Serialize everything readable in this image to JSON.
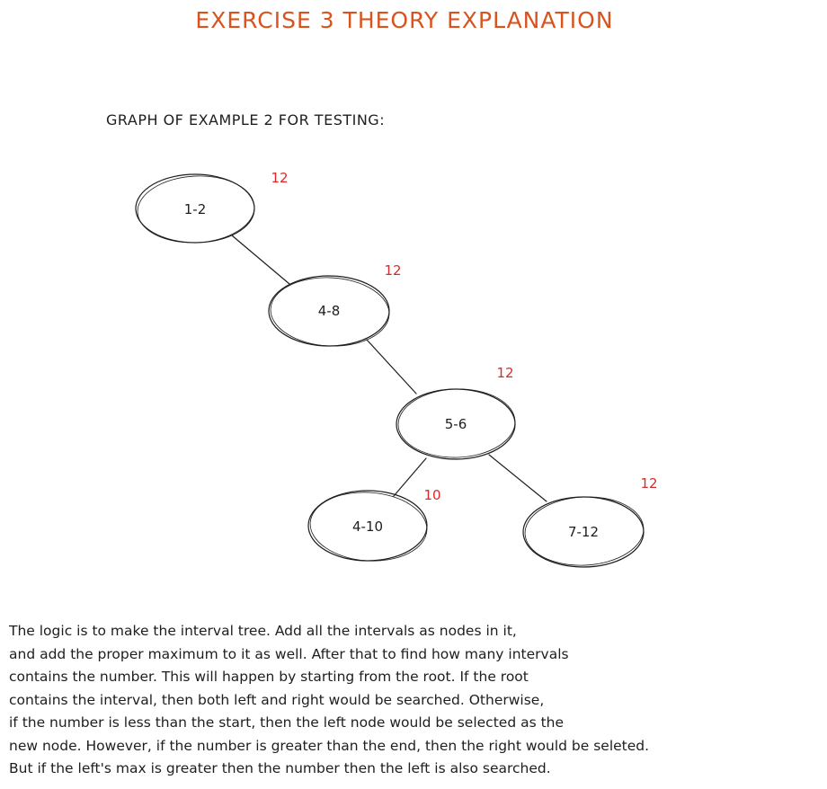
{
  "title": "EXERCISE 3 THEORY EXPLANATION",
  "subtitle": "GRAPH OF EXAMPLE 2 FOR TESTING:",
  "colors": {
    "title": "#d9531e",
    "max_label": "#d92b2b",
    "ink": "#1e1e1e"
  },
  "tree": {
    "nodes": [
      {
        "id": "n1",
        "interval": "1-2",
        "max": "12"
      },
      {
        "id": "n2",
        "interval": "4-8",
        "max": "12"
      },
      {
        "id": "n3",
        "interval": "5-6",
        "max": "12"
      },
      {
        "id": "n4",
        "interval": "4-10",
        "max": "10"
      },
      {
        "id": "n5",
        "interval": "7-12",
        "max": "12"
      }
    ],
    "edges": [
      {
        "from": "n1",
        "to": "n2"
      },
      {
        "from": "n2",
        "to": "n3"
      },
      {
        "from": "n3",
        "to": "n4"
      },
      {
        "from": "n3",
        "to": "n5"
      }
    ]
  },
  "explanation": [
    "The logic is to make the interval tree. Add all the intervals as nodes in it,",
    "and add the proper maximum to it as well. After that to find how many intervals",
    "contains the number. This will happen by starting from the root. If the root",
    "contains the interval, then both left and right would be searched. Otherwise,",
    "if the number is less than the start, then the left node would be selected as the",
    "new node. However, if the number is greater than the end, then the right would be seleted.",
    "But if the left's max is greater then the number then the left is also searched."
  ]
}
